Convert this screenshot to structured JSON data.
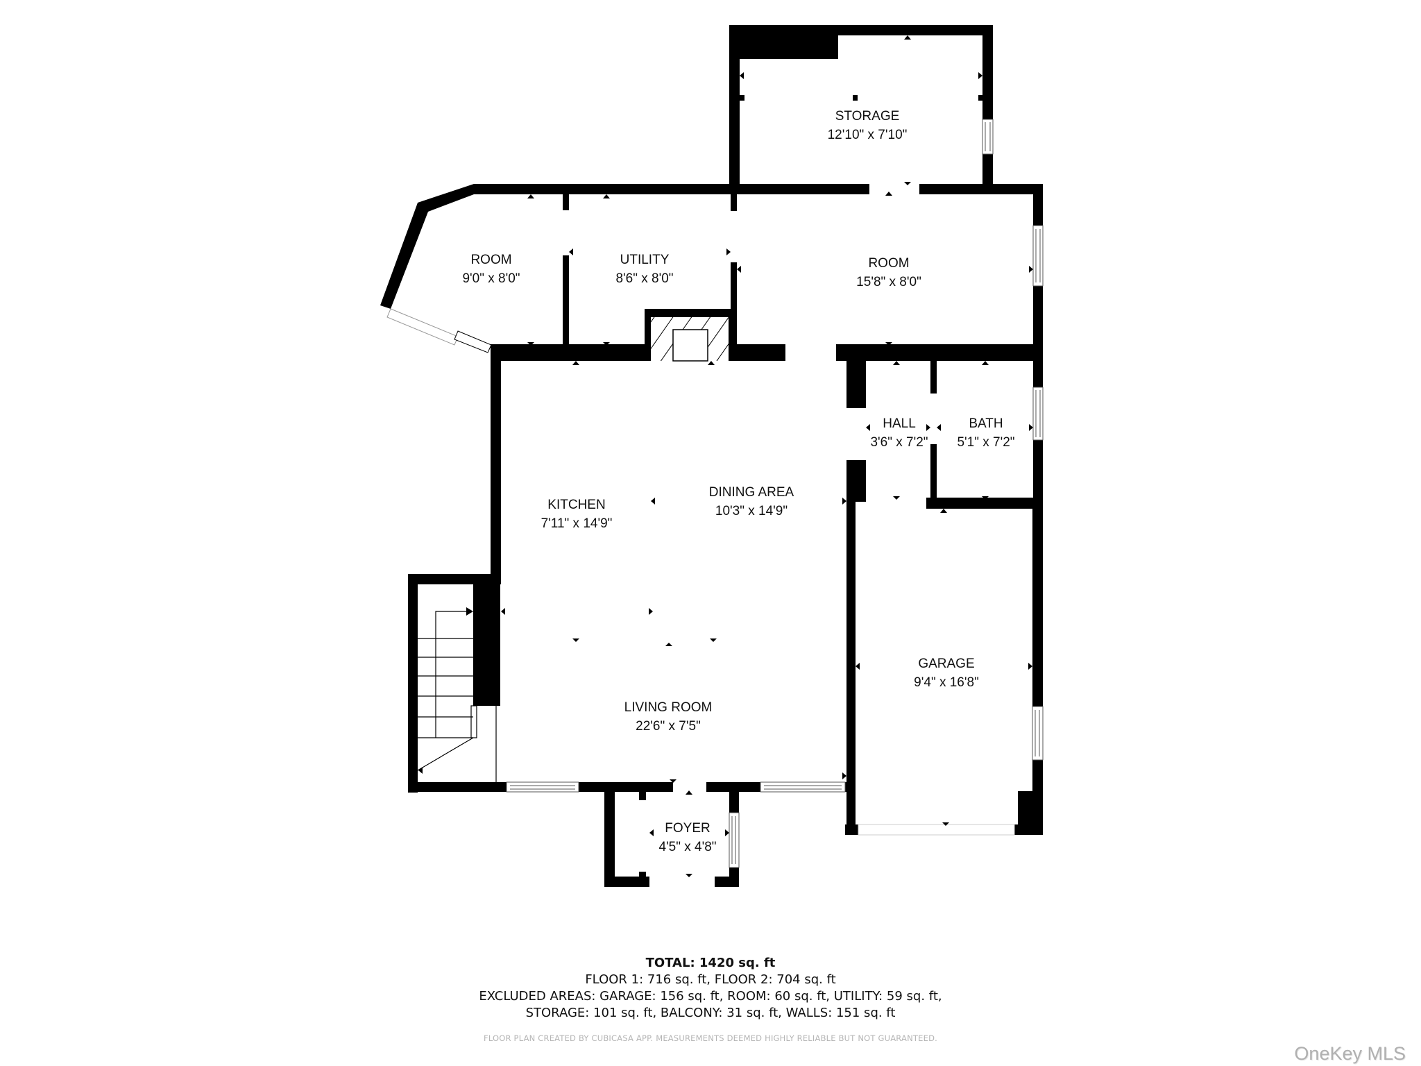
{
  "rooms": {
    "storage": {
      "name": "STORAGE",
      "dims": "12'10\" x 7'10\""
    },
    "room_left": {
      "name": "ROOM",
      "dims": "9'0\" x 8'0\""
    },
    "utility": {
      "name": "UTILITY",
      "dims": "8'6\" x 8'0\""
    },
    "room_right": {
      "name": "ROOM",
      "dims": "15'8\" x 8'0\""
    },
    "hall": {
      "name": "HALL",
      "dims": "3'6\" x 7'2\""
    },
    "bath": {
      "name": "BATH",
      "dims": "5'1\" x 7'2\""
    },
    "kitchen": {
      "name": "KITCHEN",
      "dims": "7'11\" x 14'9\""
    },
    "dining": {
      "name": "DINING AREA",
      "dims": "10'3\" x 14'9\""
    },
    "garage": {
      "name": "GARAGE",
      "dims": "9'4\" x 16'8\""
    },
    "living": {
      "name": "LIVING ROOM",
      "dims": "22'6\" x 7'5\""
    },
    "foyer": {
      "name": "FOYER",
      "dims": "4'5\" x 4'8\""
    }
  },
  "summary": {
    "total": "TOTAL: 1420 sq. ft",
    "floors": "FLOOR 1: 716 sq. ft, FLOOR 2: 704 sq. ft",
    "excluded_1": "EXCLUDED AREAS: GARAGE: 156 sq. ft, ROOM: 60 sq. ft, UTILITY: 59 sq. ft,",
    "excluded_2": "STORAGE: 101 sq. ft, BALCONY: 31 sq. ft, WALLS: 151 sq. ft"
  },
  "disclaimer": "FLOOR PLAN CREATED BY CUBICASA APP. MEASUREMENTS DEEMED HIGHLY RELIABLE BUT NOT GUARANTEED.",
  "watermark": "OneKey MLS",
  "colors": {
    "wall": "#000000",
    "background": "#ffffff",
    "disclaimer": "#b5b5b5",
    "watermark": "#b0b0b0"
  }
}
